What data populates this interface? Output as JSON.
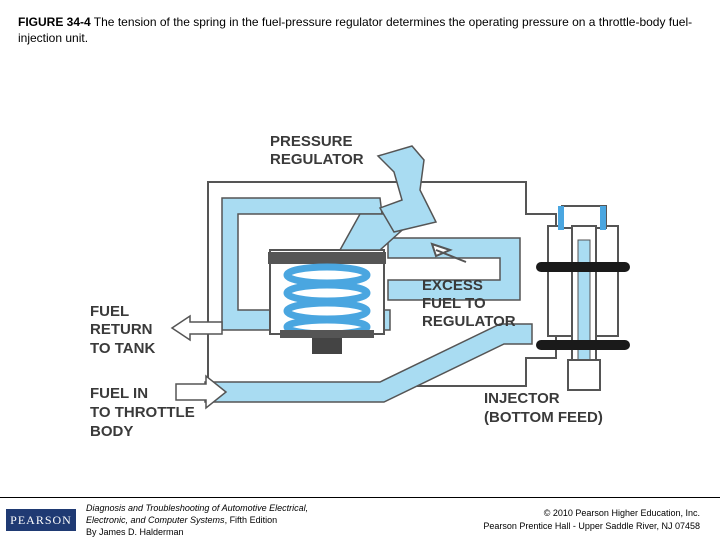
{
  "caption": {
    "figure_label": "FIGURE 34-4",
    "text": " The tension of the spring in the fuel-pressure regulator determines the operating pressure on a throttle-body fuel-injection unit."
  },
  "diagram": {
    "labels": {
      "pressure_regulator": [
        "PRESSURE",
        "REGULATOR"
      ],
      "excess_fuel": [
        "EXCESS",
        "FUEL TO",
        "REGULATOR"
      ],
      "fuel_return": [
        "FUEL",
        "RETURN",
        "TO TANK"
      ],
      "fuel_in": [
        "FUEL IN",
        "TO THROTTLE",
        "BODY"
      ],
      "injector": [
        "INJECTOR",
        "(BOTTOM FEED)"
      ]
    },
    "colors": {
      "fuel": "#a9dcf2",
      "spring": "#4aa6e0",
      "body": "#ffffff",
      "outline": "#555555",
      "band": "#1a1a1a"
    }
  },
  "footer": {
    "publisher_logo": "PEARSON",
    "book_title_line1": "Diagnosis and Troubleshooting of Automotive Electrical,",
    "book_title_line2": "Electronic, and Computer Systems",
    "edition": ", Fifth Edition",
    "author": "By James D. Halderman",
    "copyright_line1": "© 2010 Pearson Higher Education, Inc.",
    "copyright_line2": "Pearson Prentice Hall - Upper Saddle River, NJ 07458"
  }
}
